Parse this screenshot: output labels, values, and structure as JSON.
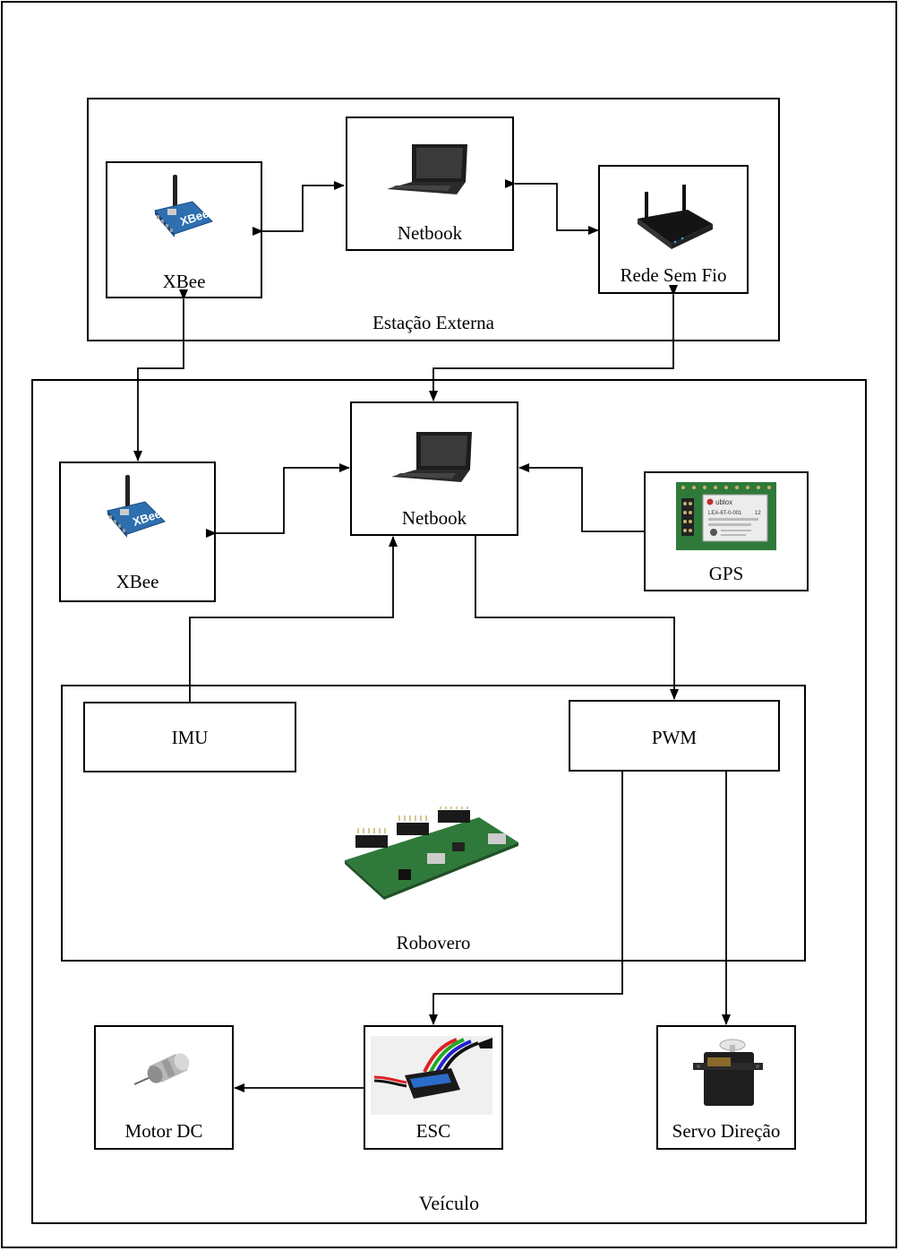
{
  "groups": {
    "external": "Estação Externa",
    "vehicle": "Veículo",
    "robovero": "Robovero"
  },
  "nodes": {
    "xbee_ext": "XBee",
    "netbook_ext": "Netbook",
    "router": "Rede Sem Fio",
    "xbee_veh": "XBee",
    "netbook_veh": "Netbook",
    "gps": "GPS",
    "imu": "IMU",
    "pwm": "PWM",
    "motor": "Motor DC",
    "esc": "ESC",
    "servo": "Servo Direção"
  },
  "pictures": {
    "xbee_board_text": "XBee",
    "gps_module_text": [
      "ublox",
      "LEA-6T-0-001",
      "12"
    ]
  },
  "icons": [
    "xbee-icon",
    "netbook-icon",
    "wifi-router-icon",
    "gps-module-icon",
    "robovero-board-icon",
    "dc-motor-icon",
    "esc-icon",
    "servo-icon"
  ],
  "colors": {
    "line": "#000000",
    "xbee_board": "#2e6fb0",
    "pcb_green": "#2f7a3a"
  }
}
